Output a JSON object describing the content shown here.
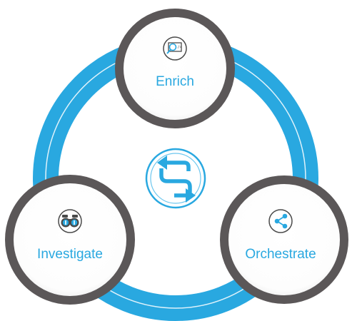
{
  "colors": {
    "accent": "#29a8e0",
    "accent_light": "#6cc6ee",
    "node_ring": "#5b5758",
    "node_fill": "#ffffff",
    "label": "#29a8e0",
    "icon_dark": "#4a4a4a"
  },
  "diagram": {
    "center_icon": "sync-arrows-icon",
    "nodes": [
      {
        "id": "enrich",
        "label": "Enrich",
        "icon": "code-search-icon"
      },
      {
        "id": "investigate",
        "label": "Investigate",
        "icon": "binoculars-icon"
      },
      {
        "id": "orchestrate",
        "label": "Orchestrate",
        "icon": "share-icon"
      }
    ]
  }
}
